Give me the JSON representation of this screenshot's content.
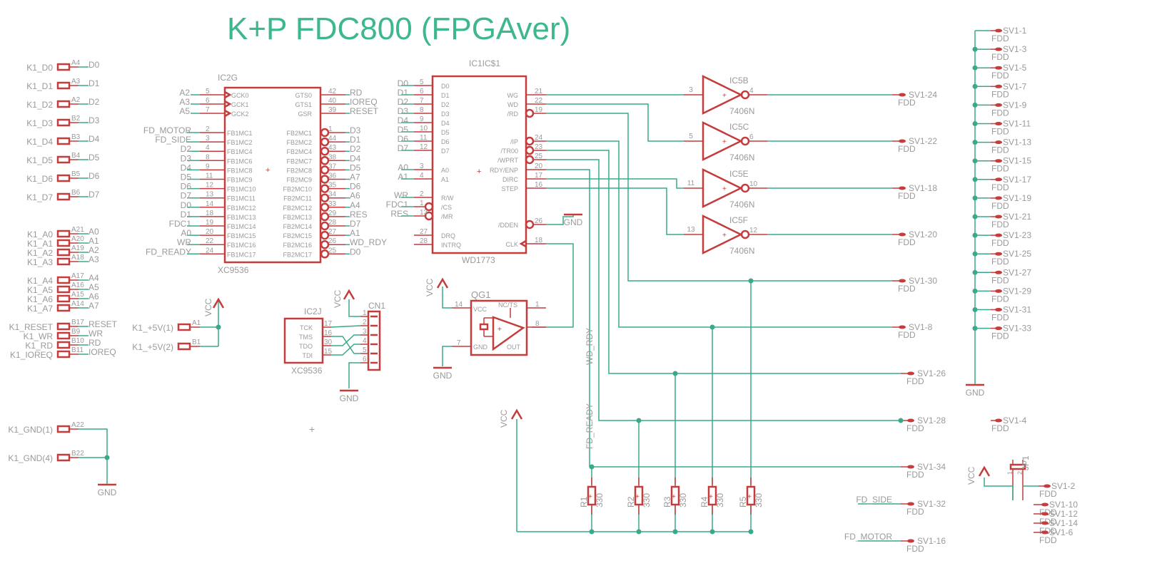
{
  "title": "K+P FDC800 (FPGAver)",
  "colors": {
    "part": "#c43c3c",
    "wire": "#3aa88a",
    "label": "#9a9a9a",
    "title": "#3cb88c"
  },
  "connector_k1": {
    "data": [
      {
        "name": "K1_D0",
        "pin": "A4",
        "net": "D0"
      },
      {
        "name": "K1_D1",
        "pin": "A3",
        "net": "D1"
      },
      {
        "name": "K1_D2",
        "pin": "A2",
        "net": "D2"
      },
      {
        "name": "K1_D3",
        "pin": "B2",
        "net": "D3"
      },
      {
        "name": "K1_D4",
        "pin": "B3",
        "net": "D4"
      },
      {
        "name": "K1_D5",
        "pin": "B4",
        "net": "D5"
      },
      {
        "name": "K1_D6",
        "pin": "B5",
        "net": "D6"
      },
      {
        "name": "K1_D7",
        "pin": "B6",
        "net": "D7"
      }
    ],
    "addr_lo": [
      {
        "name": "K1_A0",
        "pin": "A21",
        "net": "A0"
      },
      {
        "name": "K1_A1",
        "pin": "A20",
        "net": "A1"
      },
      {
        "name": "K1_A2",
        "pin": "A19",
        "net": "A2"
      },
      {
        "name": "K1_A3",
        "pin": "A18",
        "net": "A3"
      }
    ],
    "addr_hi": [
      {
        "name": "K1_A4",
        "pin": "A17",
        "net": "A4"
      },
      {
        "name": "K1_A5",
        "pin": "A16",
        "net": "A5"
      },
      {
        "name": "K1_A6",
        "pin": "A15",
        "net": "A6"
      },
      {
        "name": "K1_A7",
        "pin": "A14",
        "net": "A7"
      }
    ],
    "control": [
      {
        "name": "K1_RESET",
        "pin": "B17",
        "net": "RESET"
      },
      {
        "name": "K1_WR",
        "pin": "B9",
        "net": "WR"
      },
      {
        "name": "K1_RD",
        "pin": "B10",
        "net": "RD"
      },
      {
        "name": "K1_IOREQ",
        "pin": "B11",
        "net": "IOREQ"
      }
    ],
    "power": [
      {
        "name": "K1_+5V(1)",
        "pin": "A1"
      },
      {
        "name": "K1_+5V(2)",
        "pin": "B1"
      }
    ],
    "ground": [
      {
        "name": "K1_GND(1)",
        "pin": "A22"
      },
      {
        "name": "K1_GND(4)",
        "pin": "B22"
      }
    ],
    "vcc_label": "VCC",
    "gnd_label": "GND"
  },
  "ic2g": {
    "name": "IC2G",
    "value": "XC9536",
    "left_top": [
      {
        "net": "A2",
        "num": "5",
        "pin": "GCK0"
      },
      {
        "net": "A3",
        "num": "6",
        "pin": "GCK1"
      },
      {
        "net": "A5",
        "num": "7",
        "pin": "GCK2"
      }
    ],
    "left": [
      {
        "net": "FD_MOTOR",
        "num": "2",
        "pin": "FB1MC1"
      },
      {
        "net": "FD_SIDE",
        "num": "3",
        "pin": "FB1MC2"
      },
      {
        "net": "D2",
        "num": "4",
        "pin": "FB1MC4"
      },
      {
        "net": "D3",
        "num": "8",
        "pin": "FB1MC6"
      },
      {
        "net": "D4",
        "num": "9",
        "pin": "FB1MC8"
      },
      {
        "net": "D5",
        "num": "11",
        "pin": "FB1MC9"
      },
      {
        "net": "D6",
        "num": "12",
        "pin": "FB1MC10"
      },
      {
        "net": "D7",
        "num": "13",
        "pin": "FB1MC11"
      },
      {
        "net": "D0",
        "num": "14",
        "pin": "FB1MC12"
      },
      {
        "net": "D1",
        "num": "18",
        "pin": "FB1MC13"
      },
      {
        "net": "FDC1",
        "num": "19",
        "pin": "FB1MC14"
      },
      {
        "net": "A0",
        "num": "20",
        "pin": "FB1MC15"
      },
      {
        "net": "WR",
        "num": "22",
        "pin": "FB1MC16"
      },
      {
        "net": "FD_READY",
        "num": "24",
        "pin": "FB1MC17"
      }
    ],
    "right_top": [
      {
        "net": "RD",
        "num": "42",
        "pin": "GTS0"
      },
      {
        "net": "IOREQ",
        "num": "40",
        "pin": "GTS1"
      },
      {
        "net": "RESET",
        "num": "39",
        "pin": "GSR"
      }
    ],
    "right": [
      {
        "net": "D3",
        "num": "1",
        "pin": "FB2MC1"
      },
      {
        "net": "D1",
        "num": "44",
        "pin": "FB2MC2"
      },
      {
        "net": "D2",
        "num": "43",
        "pin": "FB2MC4"
      },
      {
        "net": "D4",
        "num": "38",
        "pin": "FB2MC7"
      },
      {
        "net": "D5",
        "num": "37",
        "pin": "FB2MC8"
      },
      {
        "net": "A7",
        "num": "36",
        "pin": "FB2MC9"
      },
      {
        "net": "D6",
        "num": "35",
        "pin": "FB2MC10"
      },
      {
        "net": "A6",
        "num": "34",
        "pin": "FB2MC11"
      },
      {
        "net": "A4",
        "num": "33",
        "pin": "FB2MC12"
      },
      {
        "net": "RES",
        "num": "29",
        "pin": "FB2MC13"
      },
      {
        "net": "D7",
        "num": "28",
        "pin": "FB2MC14"
      },
      {
        "net": "A1",
        "num": "27",
        "pin": "FB2MC15"
      },
      {
        "net": "WD_RDY",
        "num": "26",
        "pin": "FB2MC16"
      },
      {
        "net": "D0",
        "num": "25",
        "pin": "FB2MC17"
      }
    ]
  },
  "wd1773": {
    "name": "IC1IC$1",
    "value": "WD1773",
    "left_data": [
      {
        "net": "D0",
        "num": "5",
        "pin": "D0"
      },
      {
        "net": "D1",
        "num": "6",
        "pin": "D1"
      },
      {
        "net": "D2",
        "num": "7",
        "pin": "D2"
      },
      {
        "net": "D3",
        "num": "8",
        "pin": "D3"
      },
      {
        "net": "D4",
        "num": "9",
        "pin": "D4"
      },
      {
        "net": "D5",
        "num": "10",
        "pin": "D5"
      },
      {
        "net": "D6",
        "num": "11",
        "pin": "D6"
      },
      {
        "net": "D7",
        "num": "12",
        "pin": "D7"
      }
    ],
    "left_addr": [
      {
        "net": "A0",
        "num": "3",
        "pin": "A0"
      },
      {
        "net": "A1",
        "num": "4",
        "pin": "A1"
      }
    ],
    "left_ctrl": [
      {
        "net": "WR",
        "num": "2",
        "pin": "R/W"
      },
      {
        "net": "FDC1",
        "num": "1",
        "pin": "/CS"
      },
      {
        "net": "RES",
        "num": "13",
        "pin": "/MR"
      }
    ],
    "left_irq": [
      {
        "net": "",
        "num": "27",
        "pin": "DRQ"
      },
      {
        "net": "",
        "num": "28",
        "pin": "INTRQ"
      }
    ],
    "right_top": [
      {
        "num": "21",
        "pin": "WG"
      },
      {
        "num": "22",
        "pin": "WD"
      },
      {
        "num": "19",
        "pin": "/RD"
      }
    ],
    "right_mid": [
      {
        "num": "24",
        "pin": "/IP"
      },
      {
        "num": "23",
        "pin": "/TR00"
      },
      {
        "num": "25",
        "pin": "/WPRT"
      },
      {
        "num": "20",
        "pin": "RDY/ENP"
      },
      {
        "num": "17",
        "pin": "DIRC"
      },
      {
        "num": "16",
        "pin": "STEP"
      }
    ],
    "right_bot": [
      {
        "num": "26",
        "pin": "/DDEN"
      },
      {
        "num": "18",
        "pin": "CLK"
      }
    ],
    "gnd_label": "GND"
  },
  "buffers": [
    {
      "name": "IC5B",
      "value": "7406N",
      "in": "3",
      "out": "4",
      "dest": "SV1-24"
    },
    {
      "name": "IC5C",
      "value": "7406N",
      "in": "5",
      "out": "6",
      "dest": "SV1-22"
    },
    {
      "name": "IC5E",
      "value": "7406N",
      "in": "11",
      "out": "10",
      "dest": "SV1-18"
    },
    {
      "name": "IC5F",
      "value": "7406N",
      "in": "13",
      "out": "12",
      "dest": "SV1-20"
    }
  ],
  "fdd_mid": [
    {
      "name": "SV1-30",
      "sub": "FDD"
    },
    {
      "name": "SV1-8",
      "sub": "FDD"
    },
    {
      "name": "SV1-26",
      "sub": "FDD"
    },
    {
      "name": "SV1-28",
      "sub": "FDD"
    },
    {
      "name": "SV1-34",
      "sub": "FDD"
    },
    {
      "name": "SV1-32",
      "sub": "FDD",
      "net": "FD_SIDE"
    },
    {
      "name": "SV1-16",
      "sub": "FDD",
      "net": "FD_MOTOR"
    }
  ],
  "fdd_gnd": [
    "SV1-1",
    "SV1-3",
    "SV1-5",
    "SV1-7",
    "SV1-9",
    "SV1-11",
    "SV1-13",
    "SV1-15",
    "SV1-17",
    "SV1-19",
    "SV1-21",
    "SV1-23",
    "SV1-25",
    "SV1-27",
    "SV1-29",
    "SV1-31",
    "SV1-33"
  ],
  "fdd_gnd_sub": "FDD",
  "fdd_gnd_label": "GND",
  "fdd_misc": {
    "sv4": "SV1-4",
    "sub": "FDD"
  },
  "jumper": {
    "name": "JP1",
    "pin1": "1",
    "pin2": "2",
    "vcc": "VCC",
    "dest": "SV1-2",
    "sub": "FDD"
  },
  "fdd_right_stack": [
    "SV1-10",
    "SV1-12",
    "SV1-14",
    "SV1-6"
  ],
  "ic2j": {
    "name": "IC2J",
    "value": "XC9536",
    "pins": [
      {
        "pin": "TCK",
        "num": "17"
      },
      {
        "pin": "TMS",
        "num": "16"
      },
      {
        "pin": "TDO",
        "num": "30"
      },
      {
        "pin": "TDI",
        "num": "15"
      }
    ]
  },
  "cn1": {
    "name": "CN1",
    "pins": [
      "1",
      "2",
      "3",
      "4",
      "5",
      "6"
    ],
    "vcc": "VCC",
    "gnd": "GND"
  },
  "qg1": {
    "name": "QG1",
    "vcc_pin": "VCC",
    "vcc_num": "14",
    "gnd_pin": "GND",
    "gnd_num": "7",
    "nc_pin": "NC/TS",
    "nc_num": "1",
    "out_pin": "OUT",
    "out_num": "8",
    "vcc_label": "VCC",
    "gnd_label": "GND"
  },
  "resistors": [
    {
      "name": "R1",
      "value": "330"
    },
    {
      "name": "R2",
      "value": "330"
    },
    {
      "name": "R3",
      "value": "330"
    },
    {
      "name": "R4",
      "value": "330"
    },
    {
      "name": "R5",
      "value": "330"
    }
  ],
  "res_vcc": "VCC",
  "net_labels": {
    "wd_rdy": "WD_RDY",
    "fd_ready": "FD_READY"
  }
}
